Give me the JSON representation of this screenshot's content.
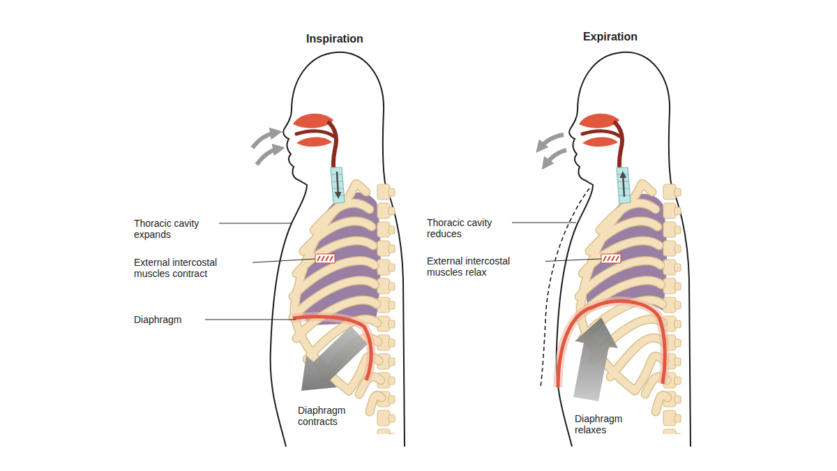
{
  "diagram": {
    "labels": [
      "Inspiration",
      "Thoracic cavity expands",
      "External intercostal muscles contract",
      "Diaphragm",
      "Diaphragm contracts",
      "Expiration",
      "Thoracic cavity reduces",
      "External intercostal muscles relax",
      "Diaphragm relaxes"
    ]
  }
}
